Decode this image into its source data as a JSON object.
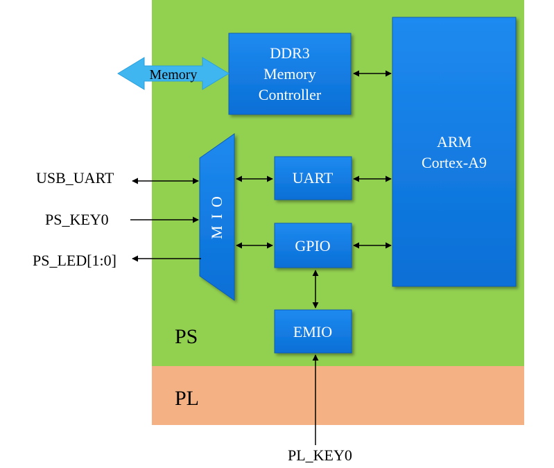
{
  "regions": {
    "ps": {
      "label": "PS",
      "color": "#92d050"
    },
    "pl": {
      "label": "PL",
      "color": "#f4b183"
    }
  },
  "blocks": {
    "ddr3": {
      "lines": [
        "DDR3",
        "Memory",
        "Controller"
      ]
    },
    "arm": {
      "lines": [
        "ARM",
        "Cortex-A9"
      ]
    },
    "uart": {
      "label": "UART"
    },
    "gpio": {
      "label": "GPIO"
    },
    "emio": {
      "label": "EMIO"
    },
    "mio": {
      "label": "M I O"
    },
    "color": "#0b78e3"
  },
  "memory_arrow": {
    "label": "Memory",
    "color": "#3fb6f0"
  },
  "signals": {
    "usb_uart": "USB_UART",
    "ps_key0": "PS_KEY0",
    "ps_led": "PS_LED[1:0]",
    "pl_key0": "PL_KEY0"
  }
}
